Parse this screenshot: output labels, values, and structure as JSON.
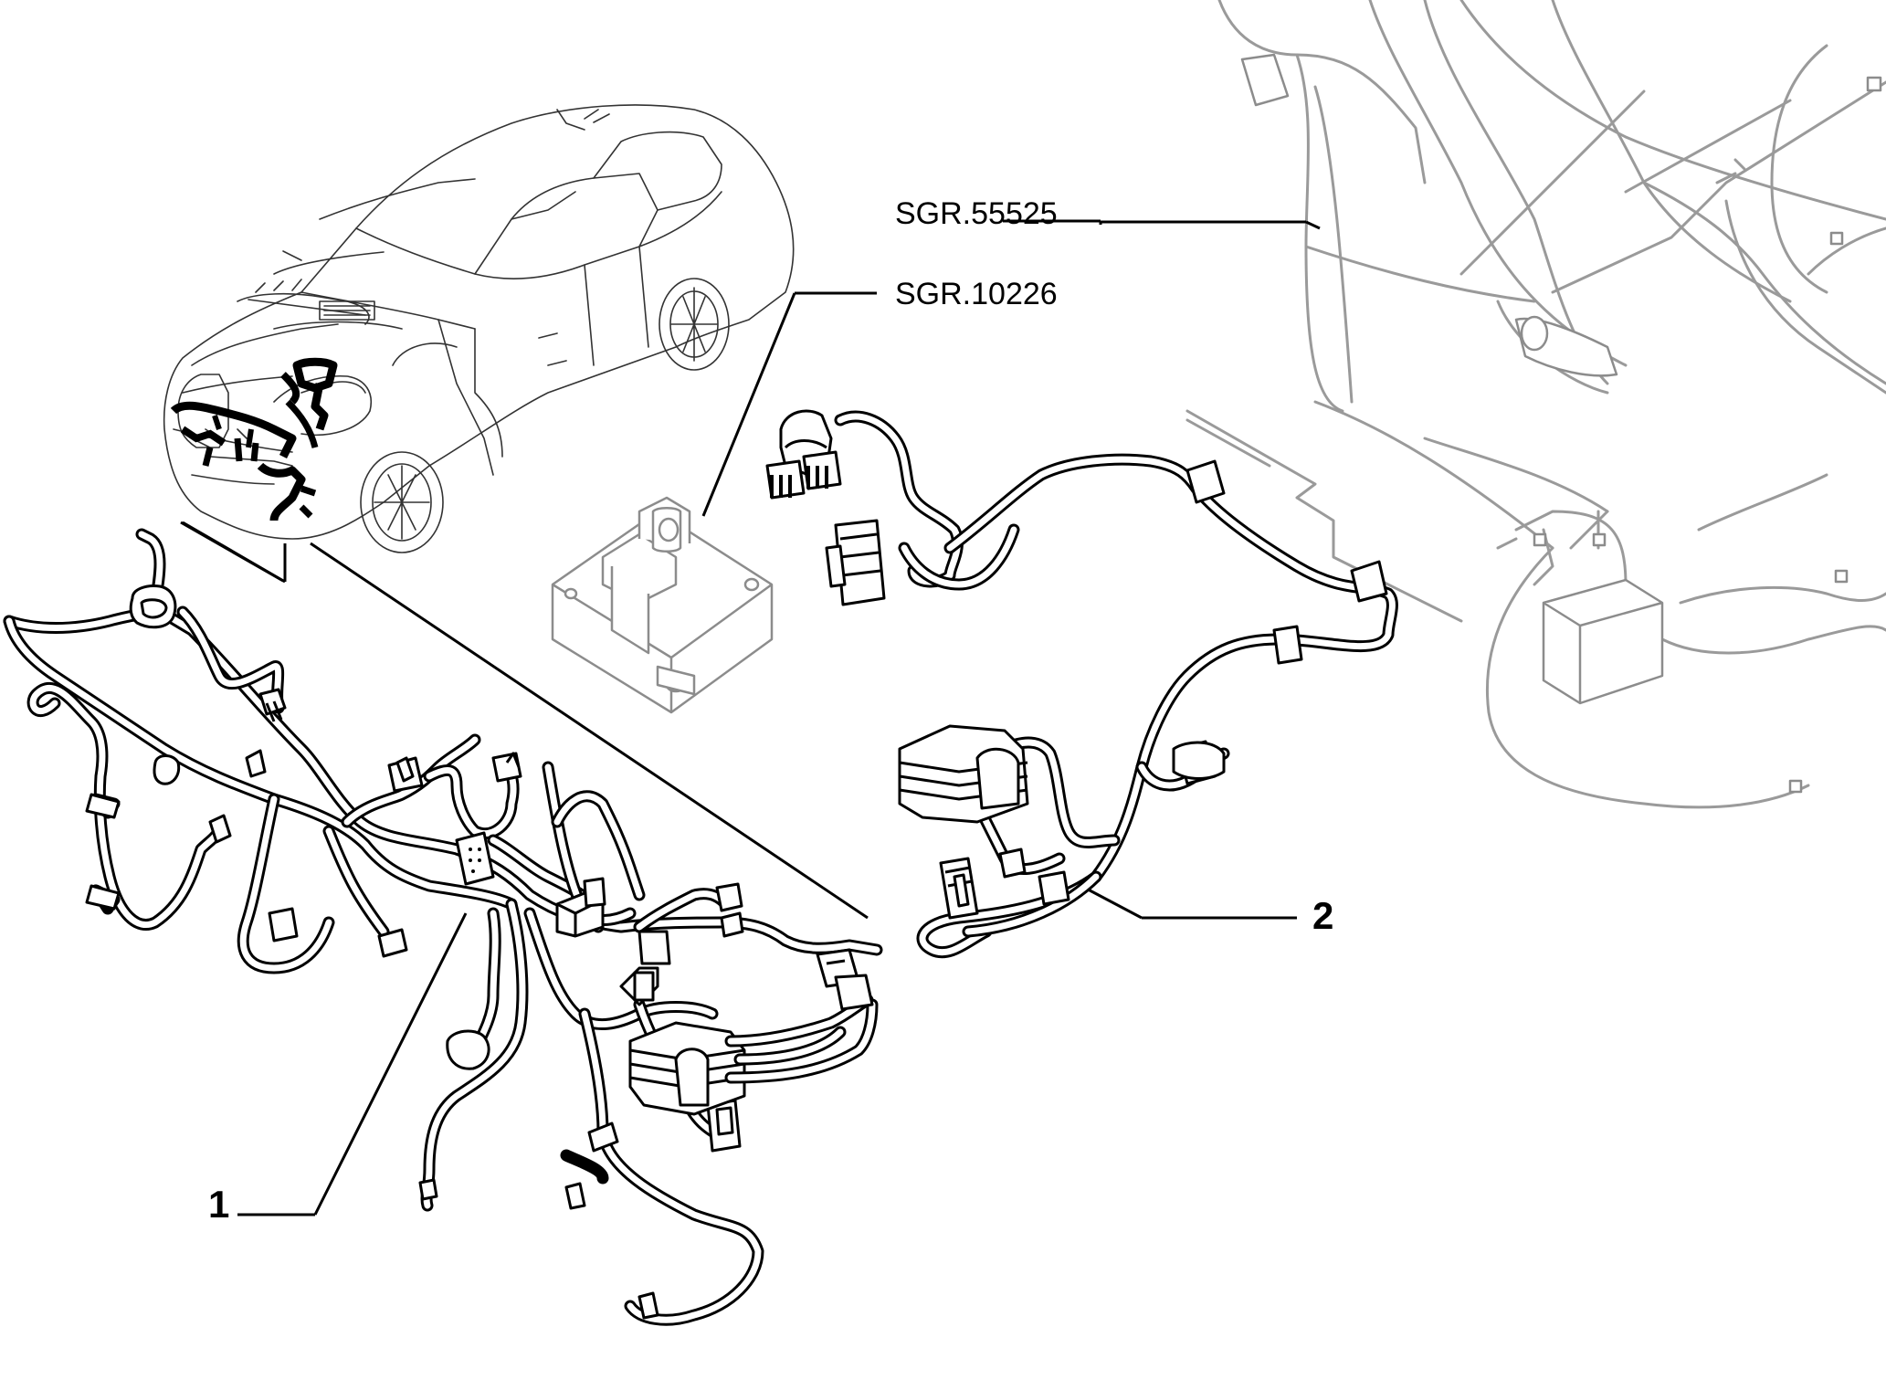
{
  "figure": {
    "ref_labels": {
      "sgr_55525": "SGR.55525",
      "sgr_10226": "SGR.10226"
    },
    "item_numbers": {
      "item_1": "1",
      "item_2": "2"
    }
  },
  "colors": {
    "line": "#000000",
    "background": "#ffffff",
    "ghost": "#9a9a9a"
  }
}
